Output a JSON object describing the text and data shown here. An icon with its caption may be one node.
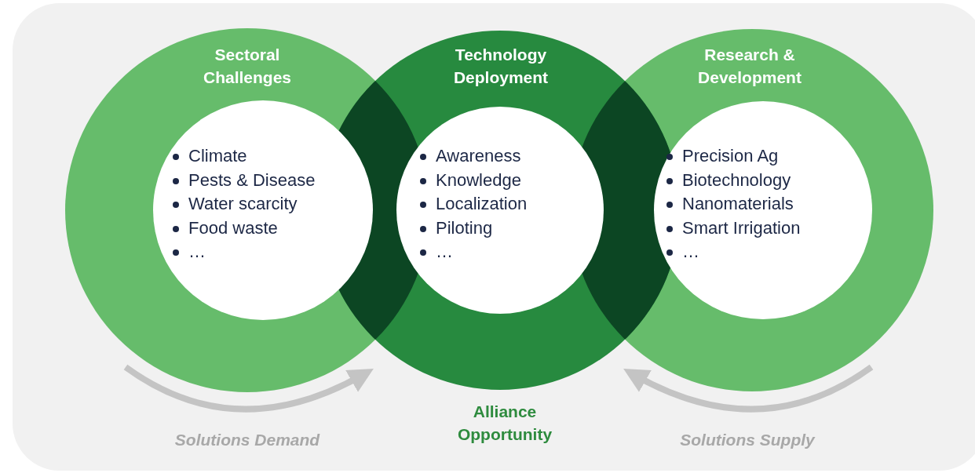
{
  "diagram": {
    "nodes": [
      {
        "text": [
          "Sectoral Challenges",
          "Climate",
          "Pests & Disease",
          "Water scarcity",
          "Food waste",
          "…"
        ]
      },
      {
        "text": [
          "Technology Deployment",
          "Awareness",
          "Knowledge",
          "Localization",
          "Piloting",
          "…"
        ]
      },
      {
        "text": [
          "Research & Development",
          "Precision Ag",
          "Biotechnology",
          "Nanomaterials",
          "Smart Irrigation",
          "…"
        ]
      }
    ],
    "labels": [
      "Solutions Demand",
      "Alliance Opportunity",
      "Solutions Supply"
    ]
  }
}
